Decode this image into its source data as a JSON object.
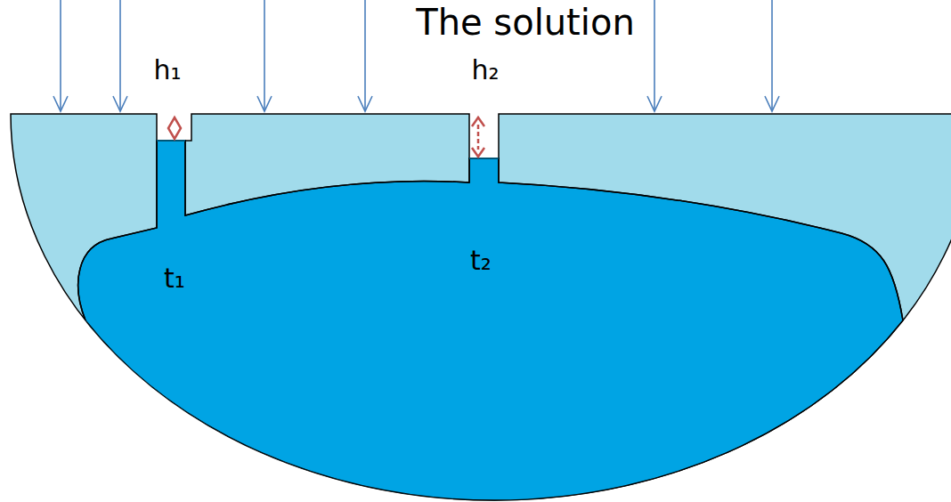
{
  "diagram": {
    "title": "The solution",
    "labels": [
      "h₁",
      "h₂",
      "t₁",
      "t₂"
    ]
  }
}
